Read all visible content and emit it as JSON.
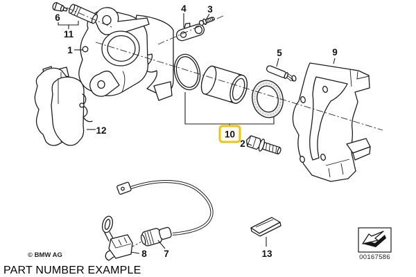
{
  "diagram": {
    "caption": "PART NUMBER EXAMPLE",
    "copyright": "© BMW AG",
    "stamp": {
      "number": "00167586"
    },
    "highlight": {
      "part": "10",
      "color": "#edc313"
    },
    "parts": [
      {
        "id": "1"
      },
      {
        "id": "2"
      },
      {
        "id": "3"
      },
      {
        "id": "4"
      },
      {
        "id": "5"
      },
      {
        "id": "6"
      },
      {
        "id": "7"
      },
      {
        "id": "8"
      },
      {
        "id": "9"
      },
      {
        "id": "10"
      },
      {
        "id": "11"
      },
      {
        "id": "12"
      },
      {
        "id": "13"
      }
    ]
  }
}
